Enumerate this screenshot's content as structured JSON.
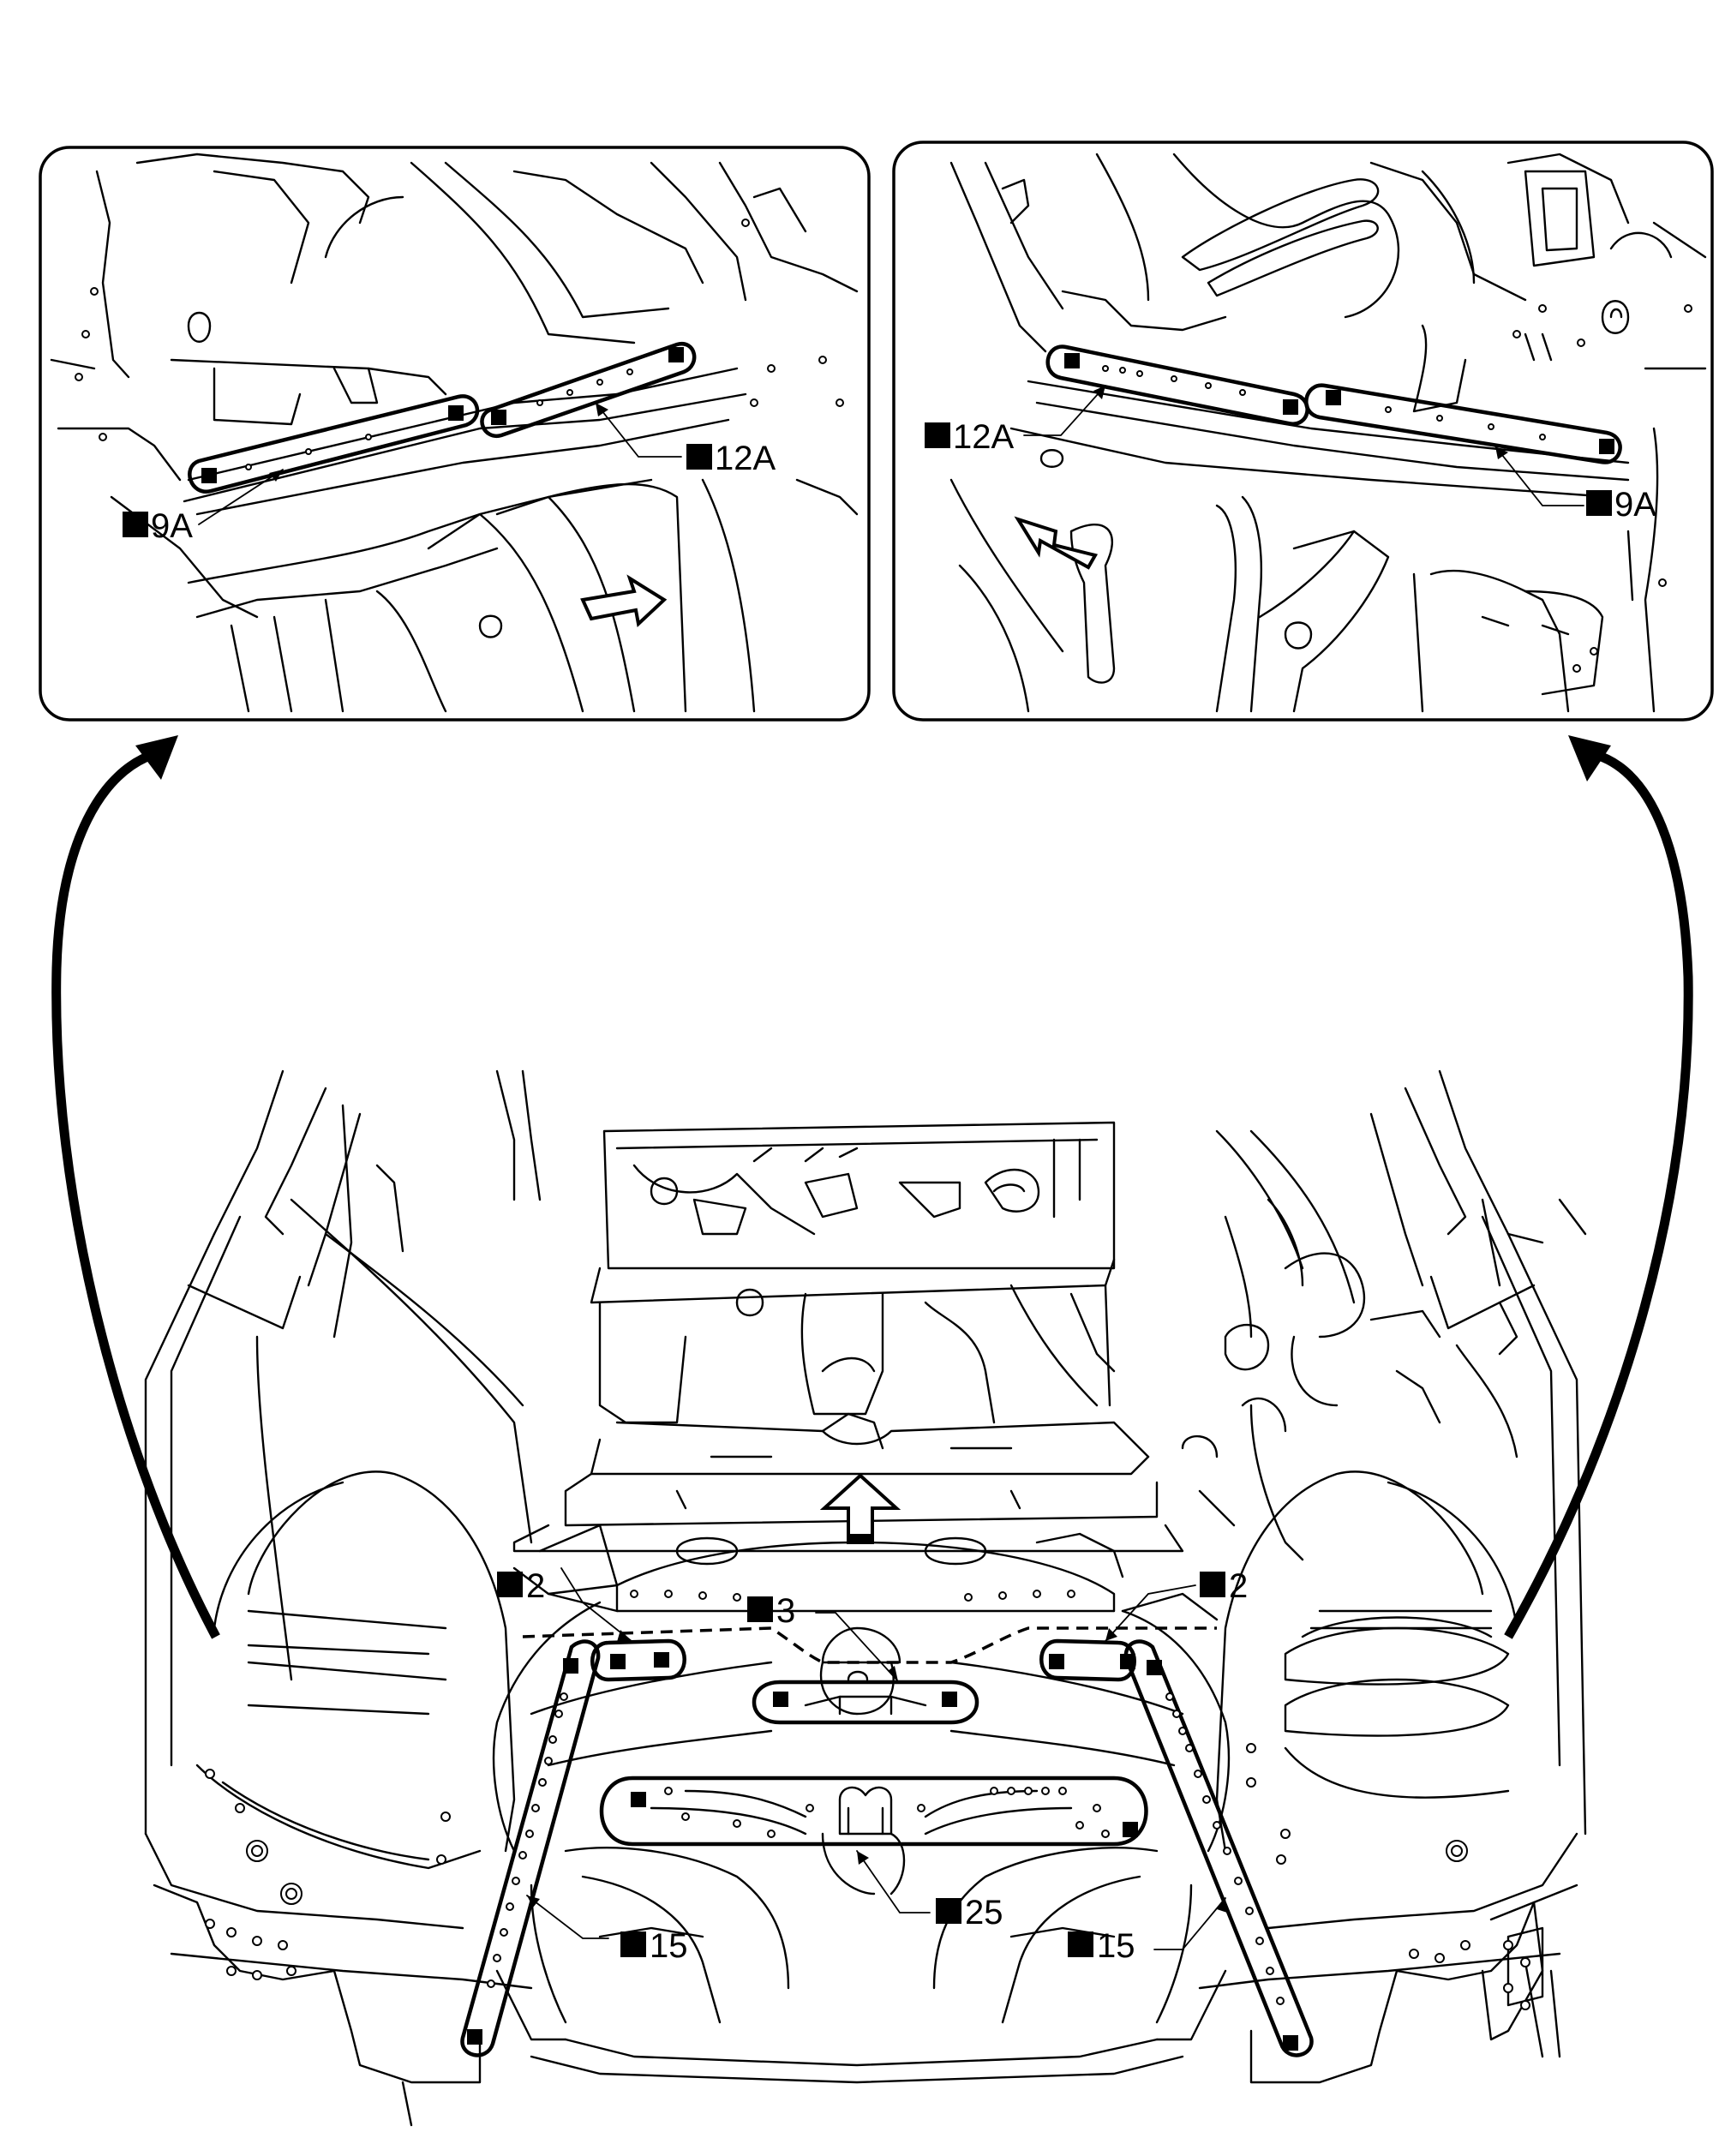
{
  "callouts": {
    "left_inset": {
      "label_9a": "9A",
      "label_12a": "12A"
    },
    "right_inset": {
      "label_12a": "12A",
      "label_9a": "9A"
    },
    "main": {
      "label_2_left": "2",
      "label_2_right": "2",
      "label_3": "3",
      "label_25": "25",
      "label_15_left": "15",
      "label_15_right": "15"
    }
  },
  "colors": {
    "line": "#000000",
    "background": "#ffffff"
  }
}
